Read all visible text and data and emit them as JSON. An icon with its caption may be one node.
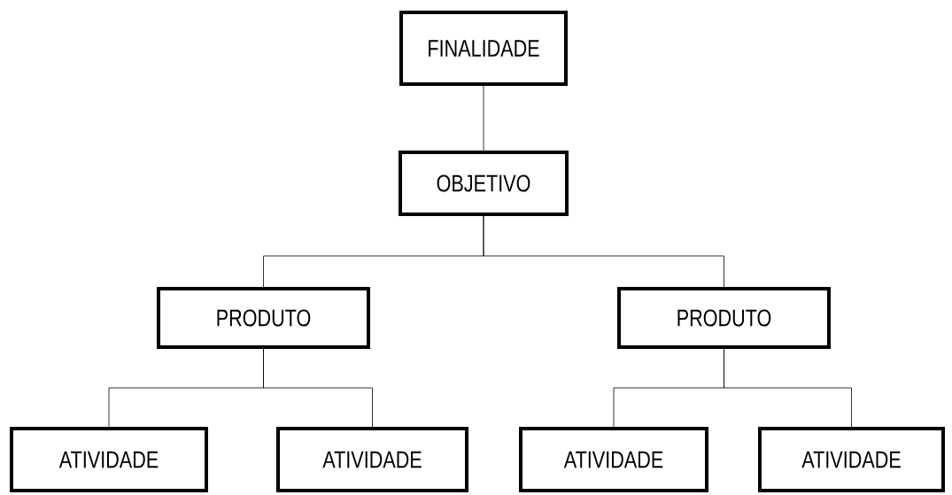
{
  "diagram": {
    "nodes": [
      {
        "text": [
          "FINALIDADE"
        ]
      },
      {
        "text": [
          "OBJETIVO"
        ]
      },
      {
        "text": [
          "PRODUTO"
        ]
      },
      {
        "text": [
          "PRODUTO"
        ]
      },
      {
        "text": [
          "ATIVIDADE"
        ]
      },
      {
        "text": [
          "ATIVIDADE"
        ]
      },
      {
        "text": [
          "ATIVIDADE"
        ]
      },
      {
        "text": [
          "ATIVIDADE"
        ]
      }
    ],
    "edges": [
      {
        "from": 0,
        "to": 1,
        "arrow": "none"
      },
      {
        "from": 1,
        "to": 2,
        "arrow": "none"
      },
      {
        "from": 1,
        "to": 3,
        "arrow": "none"
      },
      {
        "from": 2,
        "to": 4,
        "arrow": "none"
      },
      {
        "from": 2,
        "to": 5,
        "arrow": "none"
      },
      {
        "from": 3,
        "to": 6,
        "arrow": "none"
      },
      {
        "from": 3,
        "to": 7,
        "arrow": "none"
      }
    ]
  }
}
